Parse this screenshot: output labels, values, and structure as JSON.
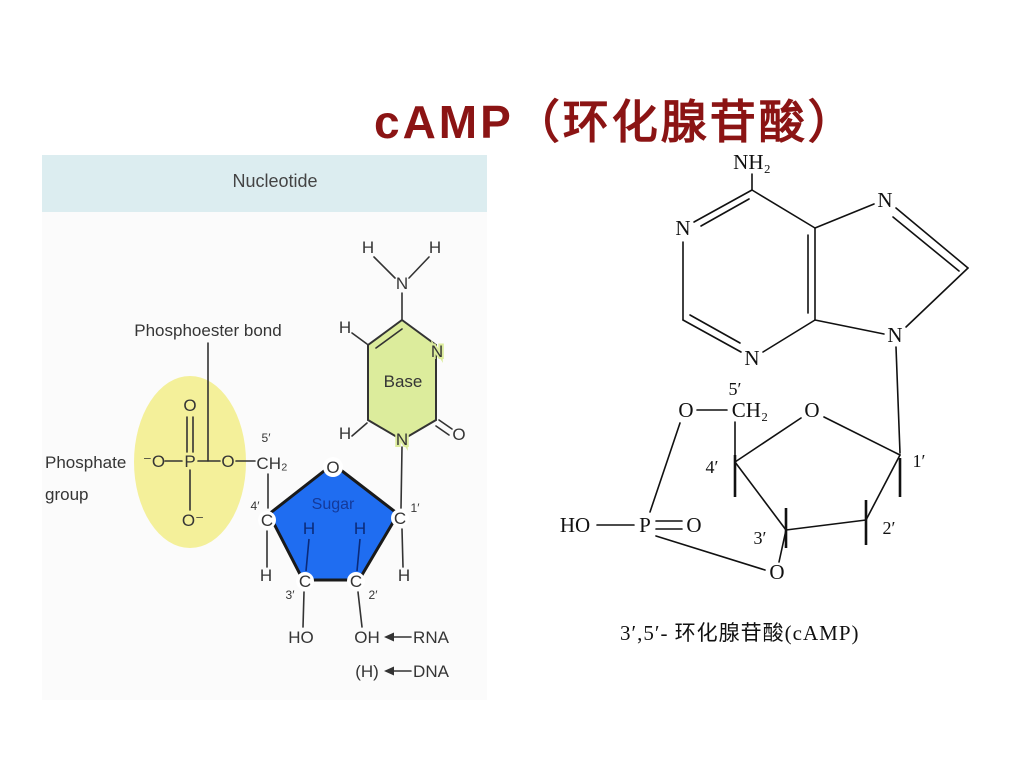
{
  "title": "cAMP（环化腺苷酸）",
  "colors": {
    "title": "#8b1414",
    "sugar_fill": "#1f6df1",
    "base_fill": "#dcec9c",
    "phosphate_fill": "#f4f09a",
    "header_band": "#dcedf0"
  },
  "nucleotide": {
    "header": "Nucleotide",
    "phosphoester_bond": "Phosphoester bond",
    "phosphate_group": {
      "line1": "Phosphate",
      "line2": "group"
    },
    "base": {
      "label": "Base",
      "amino_h_left": "H",
      "amino_h_right": "H",
      "amino_n": "N",
      "h_upper": "H",
      "ring_n_upper": "N",
      "h_lower": "H",
      "ring_n_glycosidic": "N",
      "carbonyl_o": "O"
    },
    "phosphate": {
      "double_o": "O",
      "o_minus_left": "⁻O",
      "p": "P",
      "ester_o": "O",
      "ch2": "CH₂",
      "o_minus_bottom": "O⁻",
      "position": "5′"
    },
    "sugar": {
      "label": "Sugar",
      "ring_o": "O",
      "c4": "C",
      "c4_prime": "4′",
      "c1": "C",
      "c1_prime": "1′",
      "h_c3_up": "H",
      "h_c2_up": "H",
      "c3": "C",
      "c3_prime": "3′",
      "c2": "C",
      "c2_prime": "2′",
      "h_c4_down": "H",
      "h_c1_down": "H",
      "c3_oh": "HO",
      "c2_oh": "OH",
      "c2_h": "(H)"
    },
    "rna": "RNA",
    "dna": "DNA"
  },
  "camp": {
    "amino": "NH₂",
    "n1": "N",
    "n7": "N",
    "n3": "N",
    "n9": "N",
    "p5_prime": "5′",
    "o5": "O",
    "ch2": "CH₂",
    "ring_o": "O",
    "p4_prime": "4′",
    "p1_prime": "1′",
    "p3_prime": "3′",
    "p2_prime": "2′",
    "ho": "HO",
    "p": "P",
    "p_double_o": "O",
    "o3": "O",
    "caption": "3′,5′- 环化腺苷酸(cAMP)"
  }
}
